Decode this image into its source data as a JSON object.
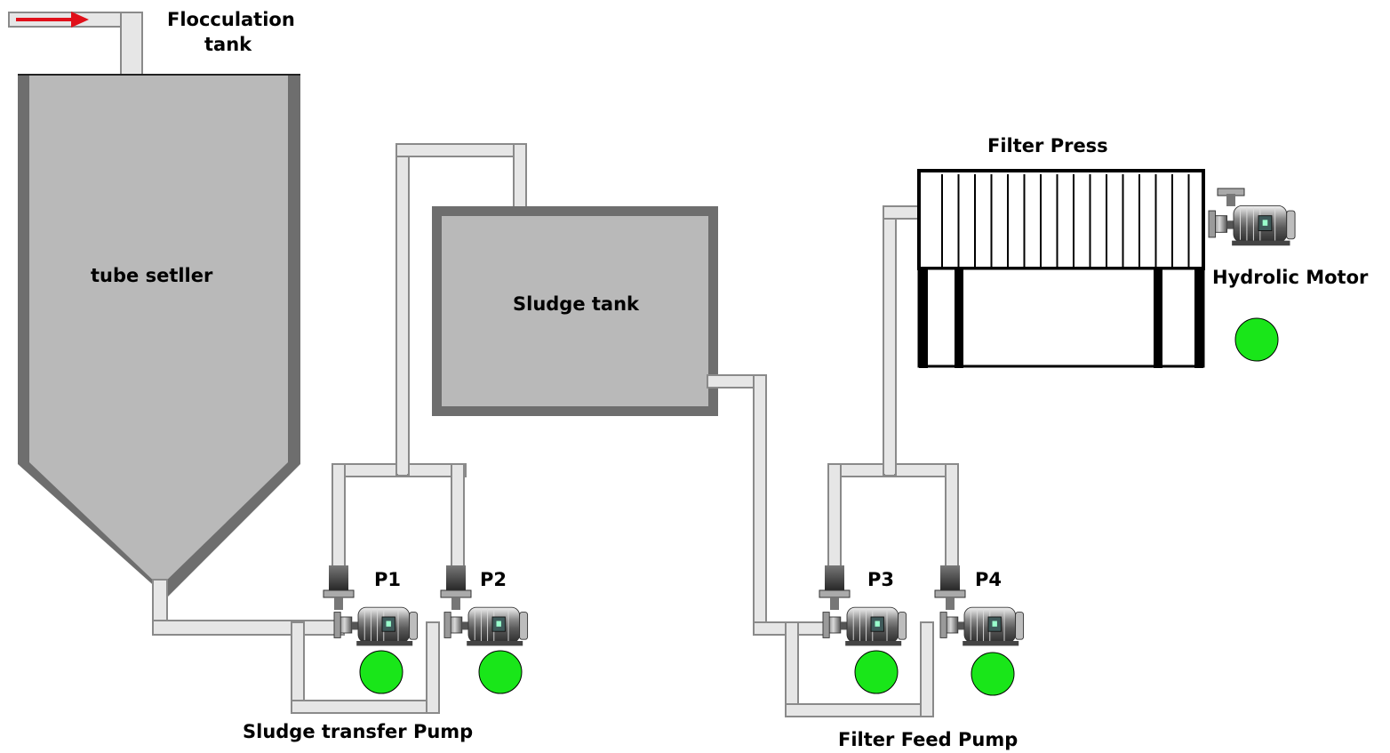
{
  "labels": {
    "flocculation_tank_line1": "Flocculation",
    "flocculation_tank_line2": "tank",
    "tube_settler": "tube setller",
    "sludge_tank": "Sludge tank",
    "filter_press": "Filter Press",
    "hydrolic_motor": "Hydrolic Motor",
    "sludge_transfer_pump": "Sludge transfer Pump",
    "filter_feed_pump": "Filter Feed Pump"
  },
  "pumps": [
    {
      "id": "P1",
      "label": "P1",
      "status": "running"
    },
    {
      "id": "P2",
      "label": "P2",
      "status": "running"
    },
    {
      "id": "P3",
      "label": "P3",
      "status": "running"
    },
    {
      "id": "P4",
      "label": "P4",
      "status": "running"
    }
  ],
  "hydrolic_motor_status": "running",
  "colors": {
    "status_on": "#19e619",
    "tank_fill": "#b9b9b9",
    "tank_edge": "#6e6e6e",
    "pipe": "#e6e6e6",
    "flow_arrow": "#e0101a"
  }
}
